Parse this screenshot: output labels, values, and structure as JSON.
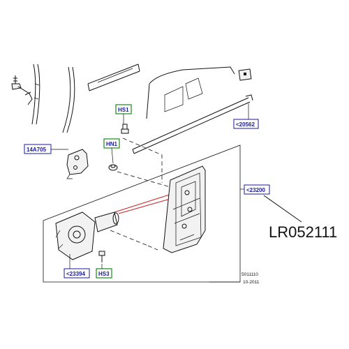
{
  "part_number": "LR052111",
  "callouts": {
    "hs1": "HS1",
    "hn1": "HN1",
    "c14a705": "14A705",
    "c20562": "<20562",
    "c23200": "<23200",
    "c23394": "<23394",
    "hs3": "HS3"
  },
  "reference": {
    "code": "5011110",
    "date": "10-2011"
  },
  "colors": {
    "callout_blue": "#1a1aa0",
    "callout_green": "#1a8a1a",
    "leader_red": "#cc2222"
  }
}
